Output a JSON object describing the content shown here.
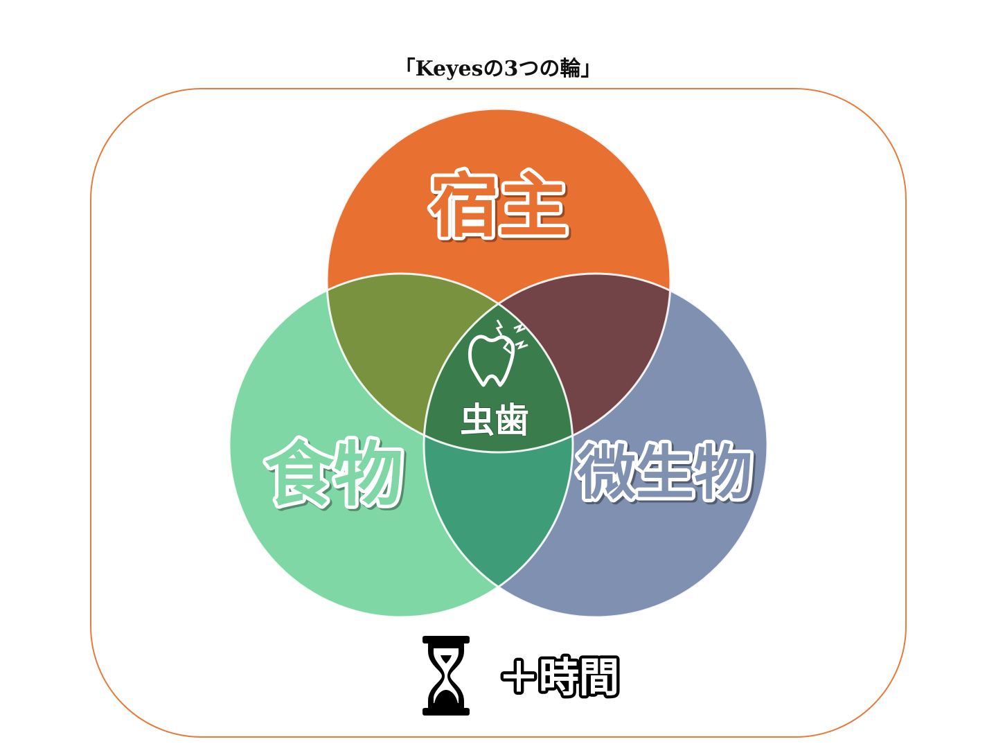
{
  "title": "「Keyesの3つの輪」",
  "circles": {
    "host": {
      "label": "宿主",
      "color": "#e87030"
    },
    "food": {
      "label": "食物",
      "color": "#80d7a6"
    },
    "microbe": {
      "label": "微生物",
      "color": "#8090b0"
    }
  },
  "overlaps": {
    "host_food": "#789240",
    "host_microbe": "#724448",
    "food_microbe": "#3e9c78",
    "center": "#3a7c4c"
  },
  "center": {
    "label": "虫歯",
    "icon": "tooth-decay-icon"
  },
  "time": {
    "icon": "hourglass-icon",
    "label": "＋時間"
  },
  "frame_color": "#e87a3c"
}
